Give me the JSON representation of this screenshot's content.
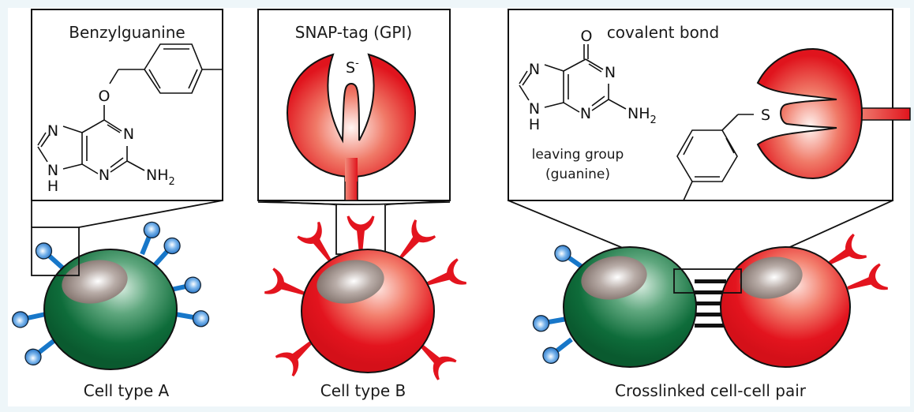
{
  "figure": {
    "panels": [
      {
        "id": "cell-a",
        "inset_title": "Benzylguanine",
        "caption": "Cell type A",
        "molecule_atoms": {
          "o": "O",
          "n7": "N",
          "n1": "N",
          "n9": "N",
          "h9": "H",
          "n3": "N",
          "nh2": "NH",
          "nh2_sub": "2"
        }
      },
      {
        "id": "cell-b",
        "inset_title": "SNAP-tag (GPI)",
        "caption": "Cell type B",
        "thiolate": "S",
        "thiolate_charge": "-"
      },
      {
        "id": "crosslinked",
        "inset_title": "covalent bond",
        "caption": "Crosslinked cell-cell pair",
        "leaving_group_line1": "leaving group",
        "leaving_group_line2": "(guanine)",
        "sulfur": "S",
        "molecule_atoms": {
          "o": "O",
          "n7": "N",
          "n1": "N",
          "n9": "N",
          "h9": "H",
          "n3": "N",
          "nh2": "NH",
          "nh2_sub": "2"
        }
      }
    ],
    "colors": {
      "background": "#eef6f9",
      "green_cell": "#0f6b38",
      "red_cell": "#e3141e",
      "blue_ligand": "#1f7fcf",
      "nucleus": "#8a7a74"
    }
  }
}
